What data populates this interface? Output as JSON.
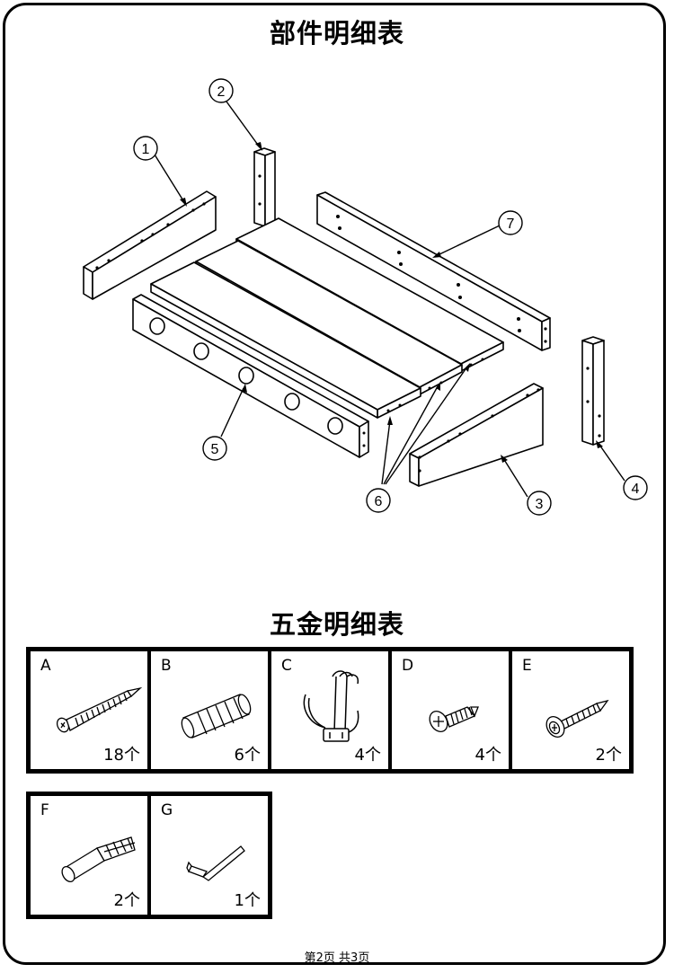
{
  "parts_title": "部件明细表",
  "hardware_title": "五金明细表",
  "callouts": [
    "1",
    "2",
    "3",
    "4",
    "5",
    "6",
    "7"
  ],
  "hardware": [
    {
      "letter": "A",
      "qty": "18个",
      "icon": "long-wood-screw-icon"
    },
    {
      "letter": "B",
      "qty": "6个",
      "icon": "wooden-dowel-icon"
    },
    {
      "letter": "C",
      "qty": "4个",
      "icon": "double-coat-hook-icon"
    },
    {
      "letter": "D",
      "qty": "4个",
      "icon": "short-phillips-screw-icon"
    },
    {
      "letter": "E",
      "qty": "2个",
      "icon": "washer-screw-icon"
    },
    {
      "letter": "F",
      "qty": "2个",
      "icon": "wall-anchor-icon"
    },
    {
      "letter": "G",
      "qty": "1个",
      "icon": "allen-key-icon"
    }
  ],
  "footer": "第2页  共3页"
}
